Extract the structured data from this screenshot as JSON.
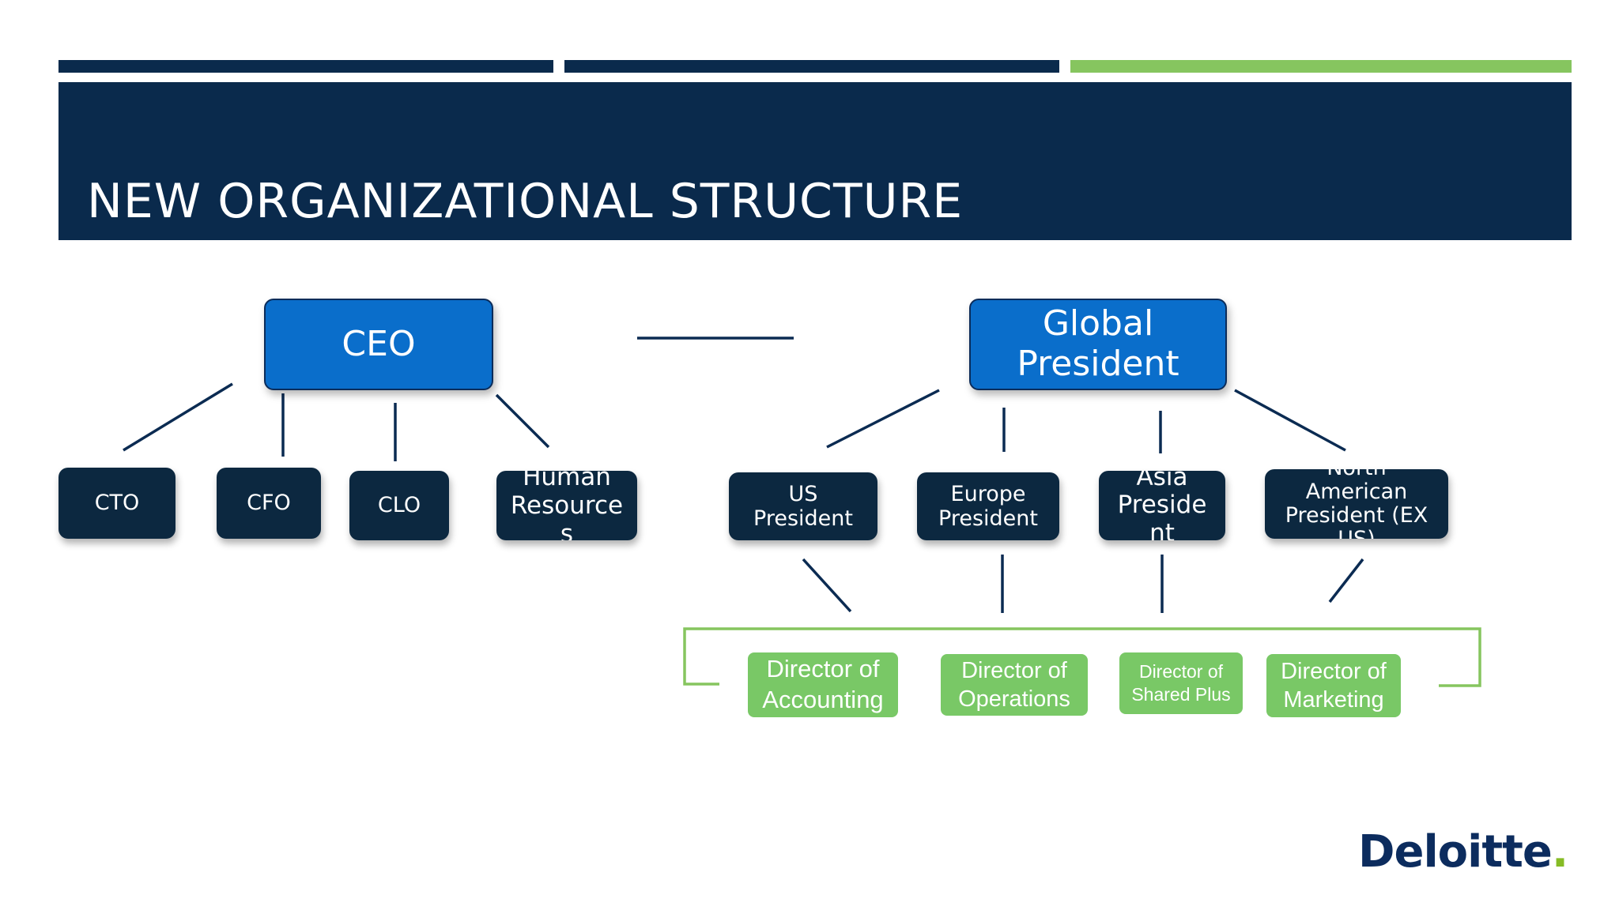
{
  "slide": {
    "title": "NEW ORGANIZATIONAL STRUCTURE",
    "colors": {
      "navy": "#0a2a4c",
      "accent_green": "#86c55f",
      "node_blue": "#0a6ecb",
      "node_dark": "#0c2840",
      "node_green": "#79c866"
    }
  },
  "diagram": {
    "ceo": "CEO",
    "global_president": "Global\nPresident",
    "ceo_reports": [
      "CTO",
      "CFO",
      "CLO",
      "Human\nResource\ns"
    ],
    "presidents": [
      "US\nPresident",
      "Europe\nPresident",
      "Asia\nPreside\nnt",
      "North\nAmerican\nPresident (EX\nUS)"
    ],
    "directors": [
      "Director of\nAccounting",
      "Director of\nOperations",
      "Director of\nShared Plus",
      "Director of\nMarketing"
    ]
  },
  "branding": {
    "logo_text": "Deloitte",
    "logo_dot": "."
  }
}
